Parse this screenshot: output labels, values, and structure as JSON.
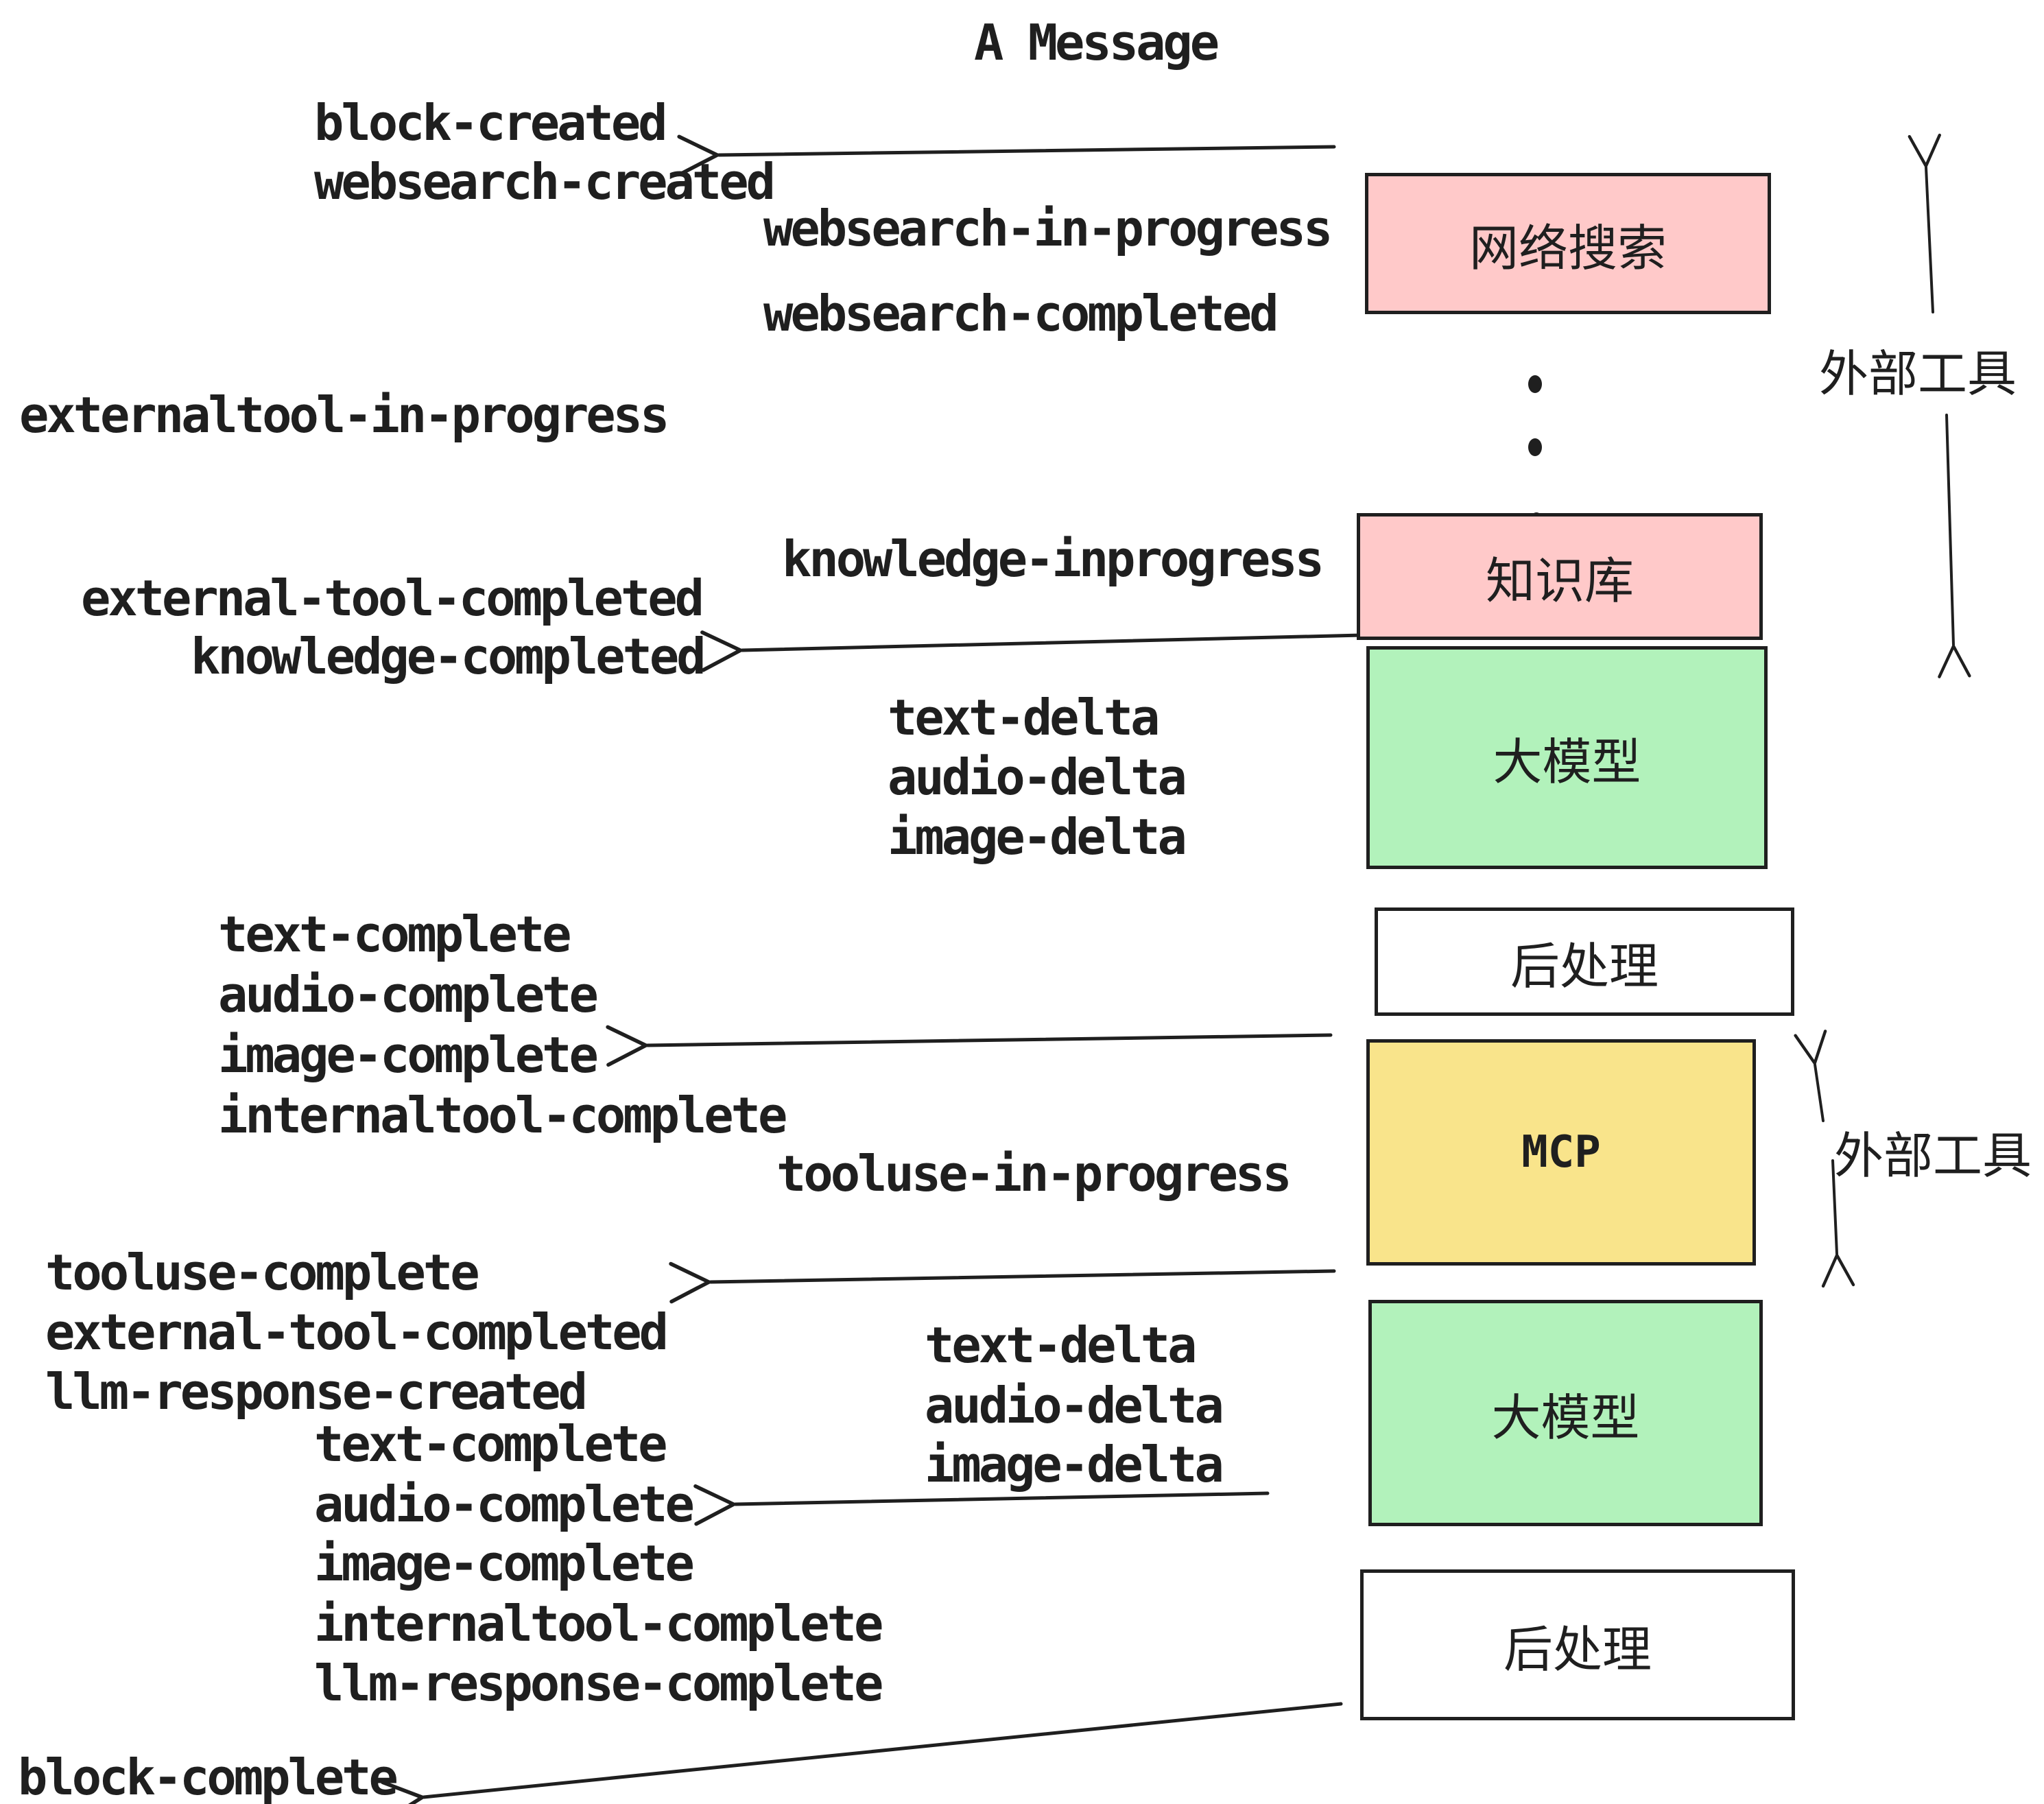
{
  "title": "A Message",
  "events": {
    "block_created": "block-created",
    "websearch_created": "websearch-created",
    "websearch_in_progress": "websearch-in-progress",
    "websearch_completed": "websearch-completed",
    "externaltool_in_progress": "externaltool-in-progress",
    "knowledge_inprogress": "knowledge-inprogress",
    "external_tool_completed_1": "external-tool-completed",
    "knowledge_completed": "knowledge-completed",
    "text_delta_1": "text-delta",
    "audio_delta_1": "audio-delta",
    "image_delta_1": "image-delta",
    "text_complete_1": "text-complete",
    "audio_complete_1": "audio-complete",
    "image_complete_1": "image-complete",
    "internaltool_complete_1": "internaltool-complete",
    "tooluse_in_progress": "tooluse-in-progress",
    "tooluse_complete": "tooluse-complete",
    "external_tool_completed_2": "external-tool-completed",
    "llm_response_created": "llm-response-created",
    "text_delta_2": "text-delta",
    "audio_delta_2": "audio-delta",
    "image_delta_2": "image-delta",
    "text_complete_2": "text-complete",
    "audio_complete_2": "audio-complete",
    "image_complete_2": "image-complete",
    "internaltool_complete_2": "internaltool-complete",
    "llm_response_complete": "llm-response-complete",
    "block_complete": "block-complete"
  },
  "boxes": {
    "websearch": {
      "label": "网络搜索",
      "fill": "#ffc9c9"
    },
    "knowledge": {
      "label": "知识库",
      "fill": "#ffc9c9"
    },
    "llm_1": {
      "label": "大模型",
      "fill": "#b2f2bb"
    },
    "post_1": {
      "label": "后处理",
      "fill": "#ffffff"
    },
    "mcp": {
      "label": "MCP",
      "fill": "#f9e48b"
    },
    "llm_2": {
      "label": "大模型",
      "fill": "#b2f2bb"
    },
    "post_2": {
      "label": "后处理",
      "fill": "#ffffff"
    }
  },
  "annotations": {
    "external_tools_1": "外部工具",
    "external_tools_2": "外部工具"
  },
  "colors": {
    "ink": "#1f1f1f",
    "pink": "#ffc9c9",
    "green": "#b2f2bb",
    "yellow": "#f9e48b",
    "white": "#ffffff"
  }
}
